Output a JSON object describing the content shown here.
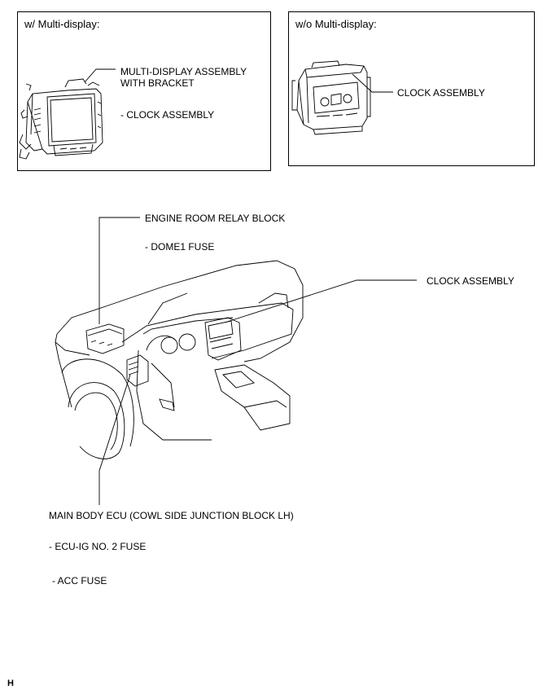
{
  "panels": {
    "with_multi_display": {
      "title": "w/ Multi-display:",
      "callout_line1": "MULTI-DISPLAY ASSEMBLY",
      "callout_line2": "WITH BRACKET",
      "sub_item": "- CLOCK ASSEMBLY"
    },
    "without_multi_display": {
      "title": "w/o Multi-display:",
      "callout": "CLOCK ASSEMBLY"
    }
  },
  "main_view": {
    "engine_room_relay_block": "ENGINE ROOM RELAY BLOCK",
    "dome1_fuse": "- DOME1 FUSE",
    "clock_assembly": "CLOCK ASSEMBLY",
    "main_body_ecu": "MAIN BODY ECU (COWL SIDE JUNCTION BLOCK LH)",
    "ecu_ig_fuse": "- ECU-IG NO. 2 FUSE",
    "acc_fuse": "- ACC FUSE"
  },
  "footer": {
    "letter": "H"
  }
}
